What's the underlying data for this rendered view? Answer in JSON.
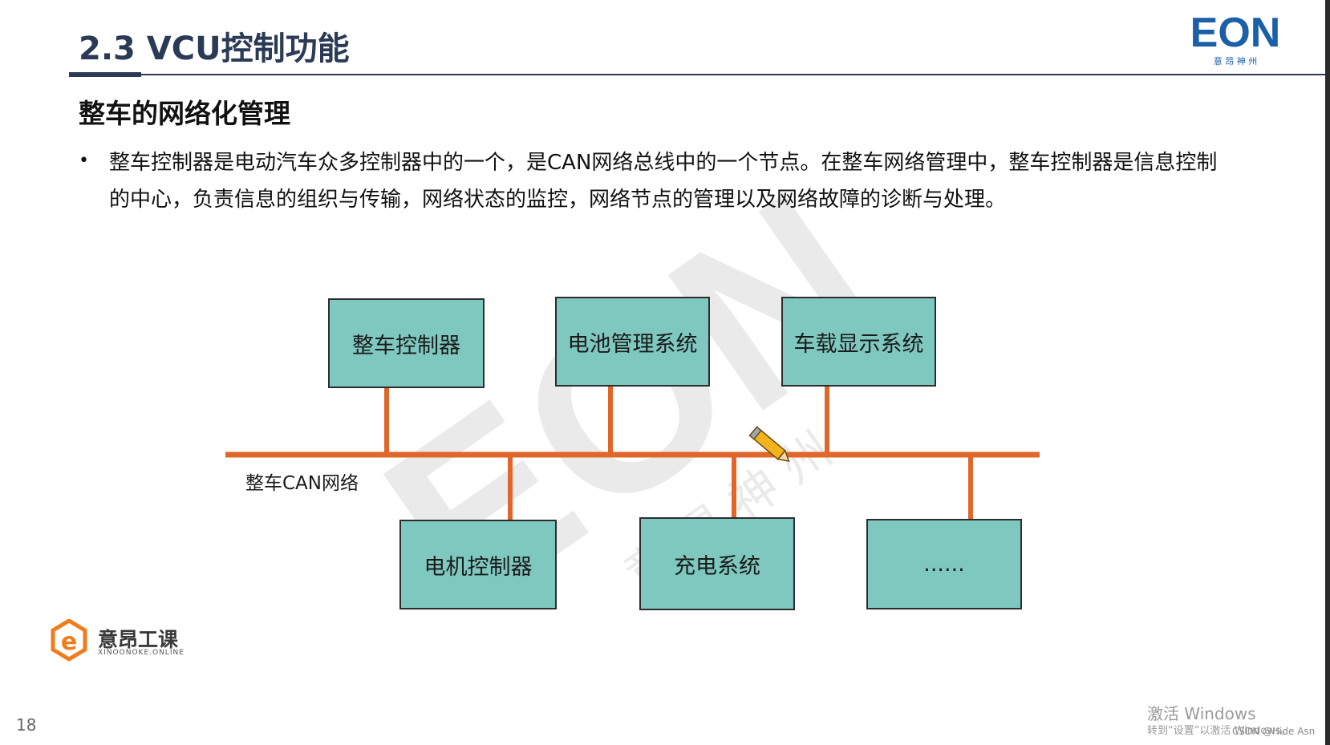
{
  "slide": {
    "title": "2.3 VCU控制功能",
    "section_heading": "整车的网络化管理",
    "bullet": "整车控制器是电动汽车众多控制器中的一个，是CAN网络总线中的一个节点。在整车网络管理中，整车控制器是信息控制的中心，负责信息的组织与传输，网络状态的监控，网络节点的管理以及网络故障的诊断与处理。",
    "page_number": "18"
  },
  "logo": {
    "text": "EON",
    "subtext": "意 昂 神 州",
    "color": "#1a5fa8"
  },
  "watermark": {
    "text": "EON",
    "subtext": "意 昂 神 州"
  },
  "diagram": {
    "bus_label": "整车CAN网络",
    "bus_color": "#e0662a",
    "node_color": "#7ec8bf",
    "top_nodes": [
      "整车控制器",
      "电池管理系统",
      "车载显示系统"
    ],
    "bottom_nodes": [
      "电机控制器",
      "充电系统",
      "......"
    ]
  },
  "brand": {
    "name": "意昂工课",
    "url": "XINOONOKE.ONLINE",
    "color": "#f07d1b"
  },
  "overlay": {
    "activate_line1": "激活 Windows",
    "activate_line2": "转到“设置”以激活 Windows。",
    "csdn": "CSDN @Hide Asn"
  },
  "icons": {
    "pencil": "pencil-cursor-icon",
    "bullet": "bullet-dot"
  }
}
